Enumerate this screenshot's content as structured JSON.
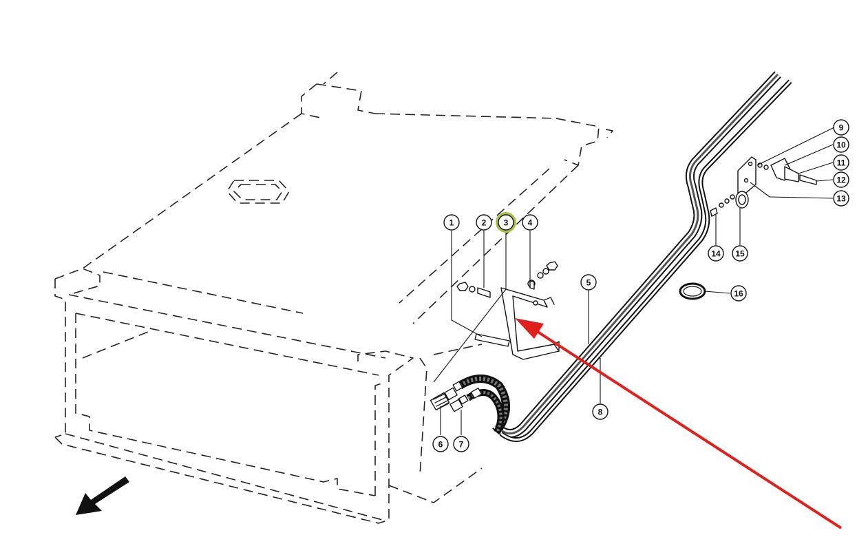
{
  "callouts": [
    {
      "label": "1"
    },
    {
      "label": "2"
    },
    {
      "label": "3",
      "highlighted": true
    },
    {
      "label": "4"
    },
    {
      "label": "5"
    },
    {
      "label": "6"
    },
    {
      "label": "7"
    },
    {
      "label": "8"
    },
    {
      "label": "9"
    },
    {
      "label": "10"
    },
    {
      "label": "11"
    },
    {
      "label": "12"
    },
    {
      "label": "13"
    },
    {
      "label": "14"
    },
    {
      "label": "15"
    },
    {
      "label": "16"
    }
  ],
  "colors": {
    "highlight": "#a7c04a",
    "pointer_arrow": "#e0201b",
    "line": "#111111"
  },
  "icons": {
    "direction_arrow": "travel-direction-arrow-icon",
    "pointer_arrow": "red-pointer-arrow-icon"
  }
}
